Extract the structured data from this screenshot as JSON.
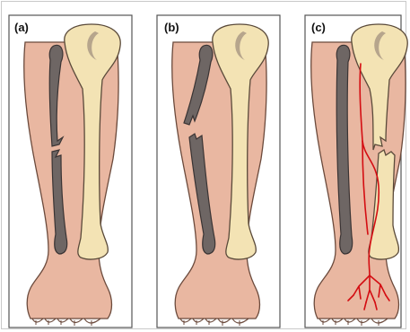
{
  "panels": [
    {
      "id": "a",
      "label": "(a)"
    },
    {
      "id": "b",
      "label": "(b)"
    },
    {
      "id": "c",
      "label": "(c)"
    }
  ],
  "colors": {
    "skin": "#e9b7a1",
    "skin_outline": "#6b4a3c",
    "tibia": "#f3e3b4",
    "fibula": "#6e6664",
    "fibula_outline": "#3a3434",
    "condyle_moon": "#b6a58c",
    "vessel": "#d40d12",
    "frame": "#555555"
  }
}
